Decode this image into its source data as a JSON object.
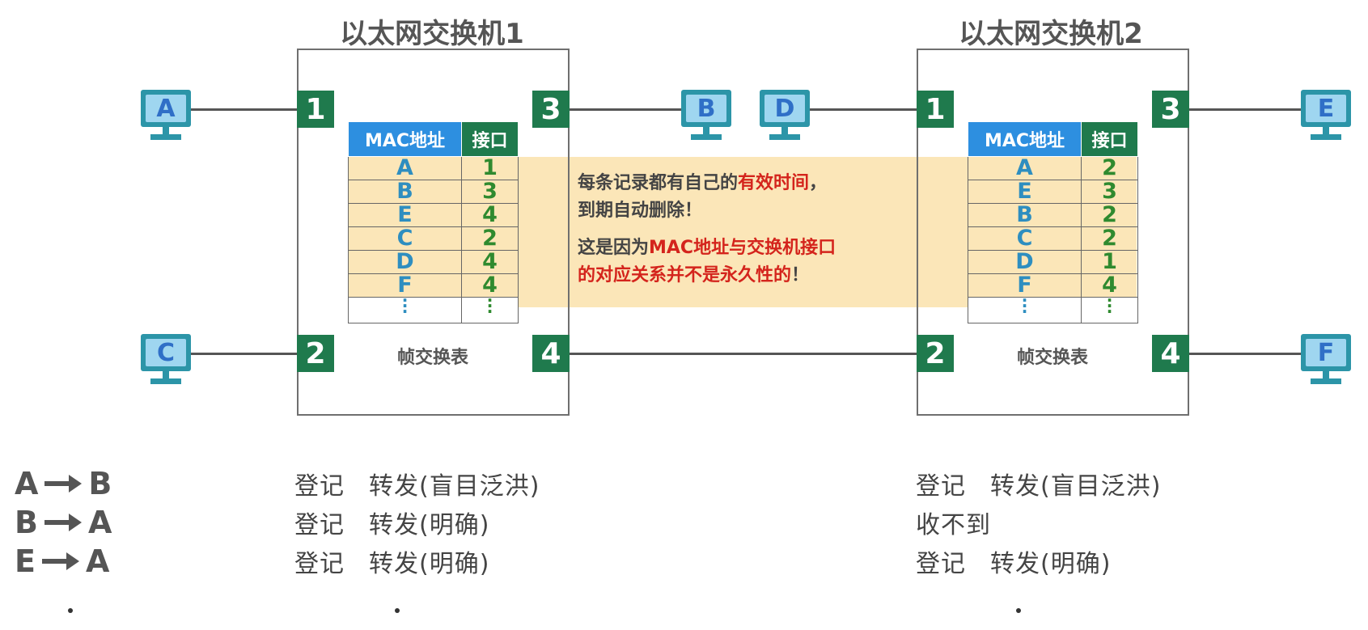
{
  "switch1": {
    "title": "以太网交换机1",
    "ports": [
      "1",
      "2",
      "3",
      "4"
    ],
    "table": {
      "header_mac": "MAC地址",
      "header_port": "接口",
      "rows": [
        {
          "mac": "A",
          "port": "1"
        },
        {
          "mac": "B",
          "port": "3"
        },
        {
          "mac": "E",
          "port": "4"
        },
        {
          "mac": "C",
          "port": "2"
        },
        {
          "mac": "D",
          "port": "4"
        },
        {
          "mac": "F",
          "port": "4"
        }
      ],
      "caption": "帧交换表"
    }
  },
  "switch2": {
    "title": "以太网交换机2",
    "ports": [
      "1",
      "2",
      "3",
      "4"
    ],
    "table": {
      "header_mac": "MAC地址",
      "header_port": "接口",
      "rows": [
        {
          "mac": "A",
          "port": "2"
        },
        {
          "mac": "E",
          "port": "3"
        },
        {
          "mac": "B",
          "port": "2"
        },
        {
          "mac": "C",
          "port": "2"
        },
        {
          "mac": "D",
          "port": "1"
        },
        {
          "mac": "F",
          "port": "4"
        }
      ],
      "caption": "帧交换表"
    }
  },
  "hosts": {
    "A": "A",
    "B": "B",
    "C": "C",
    "D": "D",
    "E": "E",
    "F": "F"
  },
  "note": {
    "line1_prefix": "每条记录都有自己的",
    "line1_red": "有效时间",
    "line1_suffix": "，",
    "line2": "到期自动删除！",
    "line3_prefix": "这是因为",
    "line3_red": "MAC地址与交换机接口",
    "line4_red": "的对应关系并不是永久性的",
    "line4_suffix": "！"
  },
  "flows": [
    {
      "src": "A",
      "dst": "B",
      "sw1": {
        "register": "登记",
        "forward": "转发(盲目泛洪)"
      },
      "sw2": {
        "text1": "登记",
        "text2": "转发(盲目泛洪)"
      }
    },
    {
      "src": "B",
      "dst": "A",
      "sw1": {
        "register": "登记",
        "forward": "转发(明确)"
      },
      "sw2": {
        "text1": "收不到",
        "text2": ""
      }
    },
    {
      "src": "E",
      "dst": "A",
      "sw1": {
        "register": "登记",
        "forward": "转发(明确)"
      },
      "sw2": {
        "text1": "登记",
        "text2": "转发(明确)"
      }
    }
  ],
  "colors": {
    "port_green": "#1f7a4d",
    "header_blue": "#2d8fe0",
    "highlight": "#fbe6b8",
    "mac_text": "#2e8ec0",
    "port_text": "#2f8a2f",
    "red_text": "#d4241c",
    "host_screen": "#2c95a8"
  },
  "icons": {
    "host": "computer-monitor-icon"
  }
}
